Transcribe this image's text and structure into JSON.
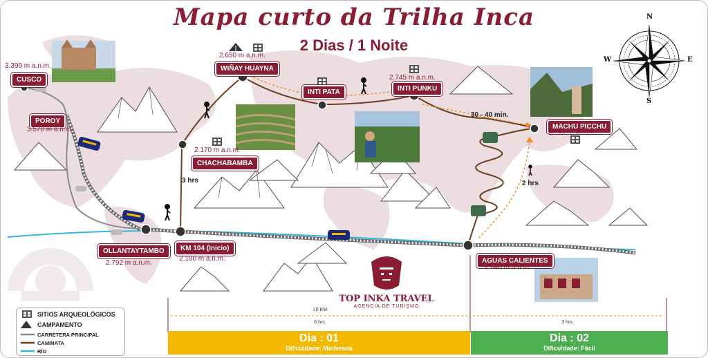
{
  "title": "Mapa curto da Trilha Inca",
  "subtitle": "2 Dias / 1 Noite",
  "compass": {
    "n": "N",
    "s": "S",
    "e": "E",
    "w": "W"
  },
  "places": {
    "cusco": {
      "name": "CUSCO",
      "alt": "3.399 m a.n.m."
    },
    "poroy": {
      "name": "POROY",
      "alt": "3.570 m a.n.m."
    },
    "ollantaytambo": {
      "name": "OLLANTAYTAMBO",
      "alt": "2.792 m a.n.m."
    },
    "km104": {
      "name": "KM 104 (Inicio)",
      "alt": "2.100 m a.n.m."
    },
    "chachabamba": {
      "name": "CHACHABAMBA",
      "alt": "2.170 m a.n.m."
    },
    "winay": {
      "name": "WIÑAY HUAYNA",
      "alt": "2.650 m a.n.m."
    },
    "intipata": {
      "name": "INTI PATA"
    },
    "intipunku": {
      "name": "INTI PUNKU",
      "alt": "2.745 m a.n.m."
    },
    "machupicchu": {
      "name": "MACHU PICCHU",
      "alt": "2.430 m a.n.m."
    },
    "aguas": {
      "name": "AGUAS CALIENTES",
      "alt": "2.040 m a.n.m."
    }
  },
  "notes": {
    "hike1": "3 hrs",
    "walk_mp": "30 - 40 min.",
    "hike2": "2 hrs"
  },
  "logo": {
    "name": "TOP INKA TRAVEL",
    "tagline": "AGENCIA DE TURISMO"
  },
  "legend": [
    {
      "icon": "archaeological-site-icon",
      "label": "SITIOS ARQUEOLÓGICOS"
    },
    {
      "icon": "camp-icon",
      "label": "CAMPAMENTO"
    },
    {
      "icon": "main-road-line",
      "label": "CARRETERA PRINCIPAL",
      "color": "#8a8a8a"
    },
    {
      "icon": "trail-line",
      "label": "CAMINATA",
      "color": "#6b3f1f"
    },
    {
      "icon": "river-line",
      "label": "RÍO",
      "color": "#35b8d8"
    }
  ],
  "scale": {
    "distance": "10 KM",
    "day1_time": "6 hrs.",
    "day2_time": "3 hrs."
  },
  "days": [
    {
      "label": "Dia : 01",
      "difficulty": "Dificuldade: Moderada",
      "color": "#f5b800"
    },
    {
      "label": "Dia : 02",
      "difficulty": "Dificuldade: Fácil",
      "color": "#4caf50"
    }
  ],
  "colors": {
    "brand": "#8a1d34",
    "trail": "#6b3f1f",
    "dotted": "#f08a24",
    "river": "#35b8d8",
    "world": "#ecdde1"
  }
}
